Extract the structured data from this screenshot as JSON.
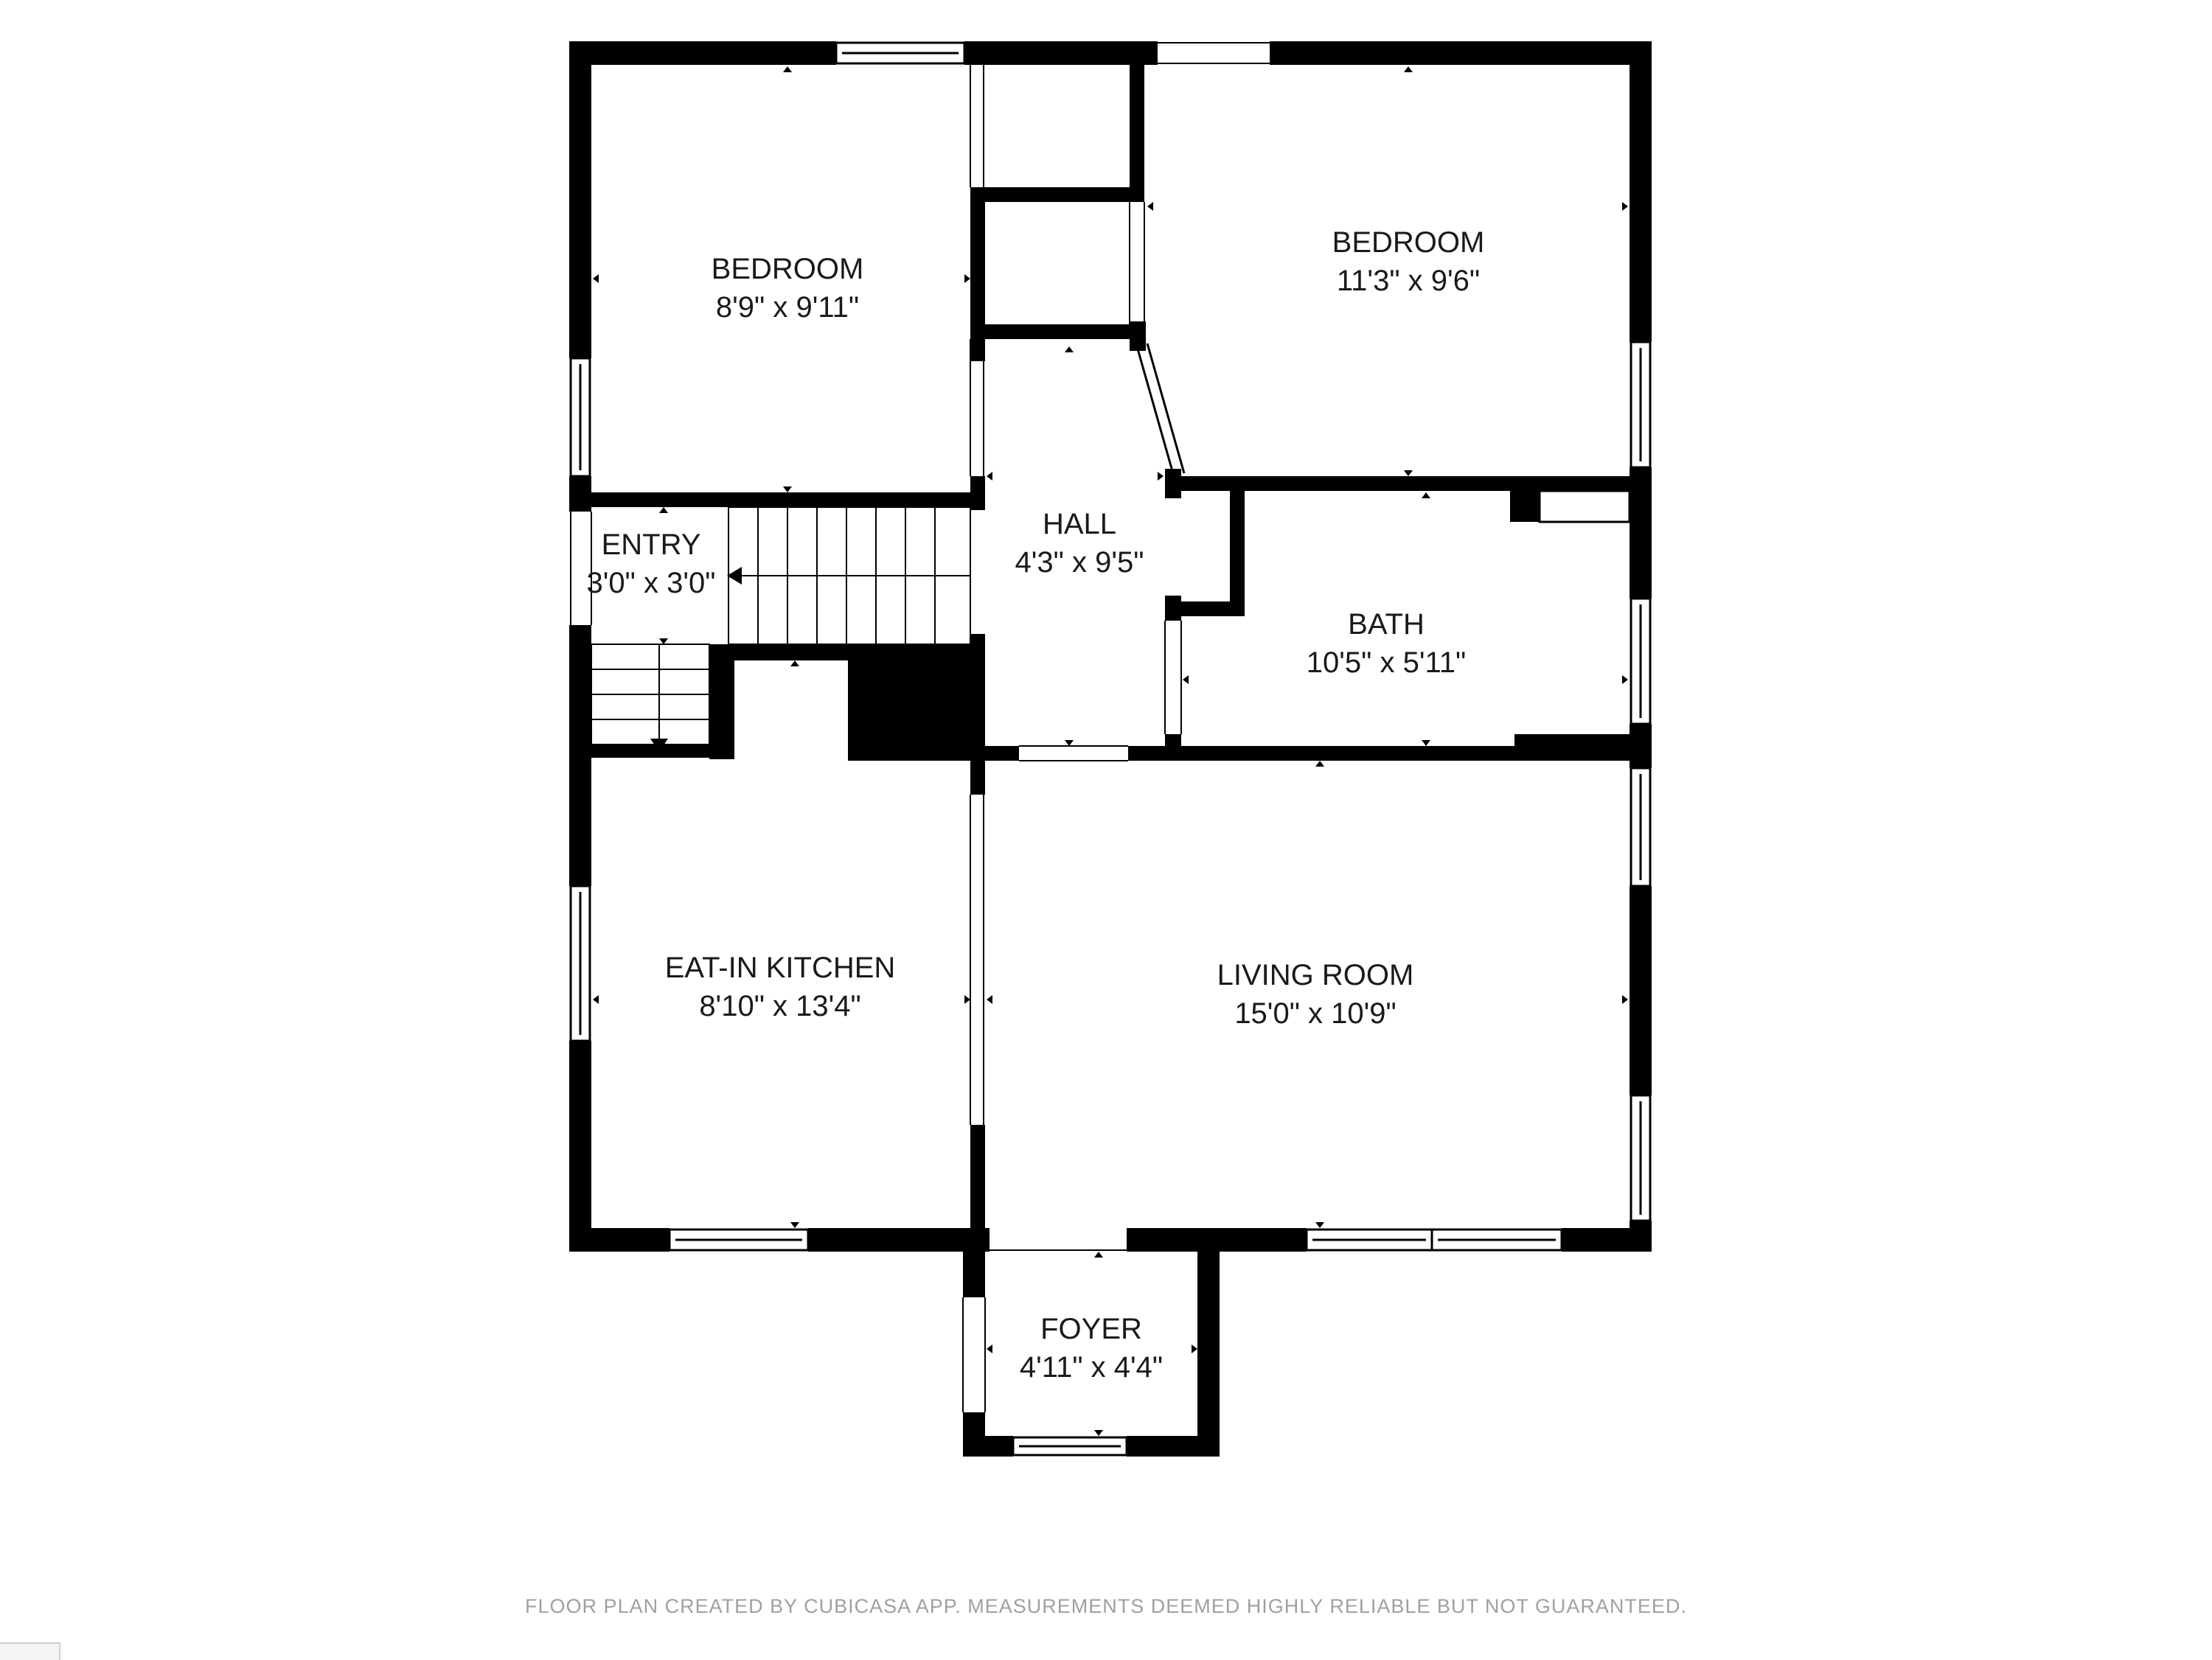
{
  "rooms": {
    "bedroom_left": {
      "name": "BEDROOM",
      "dims": "8'9\" x 9'11\""
    },
    "bedroom_right": {
      "name": "BEDROOM",
      "dims": "11'3\" x 9'6\""
    },
    "entry": {
      "name": "ENTRY",
      "dims": "3'0\" x 3'0\""
    },
    "hall": {
      "name": "HALL",
      "dims": "4'3\" x 9'5\""
    },
    "bath": {
      "name": "BATH",
      "dims": "10'5\" x 5'11\""
    },
    "kitchen": {
      "name": "EAT-IN KITCHEN",
      "dims": "8'10\" x 13'4\""
    },
    "living": {
      "name": "LIVING ROOM",
      "dims": "15'0\" x 10'9\""
    },
    "foyer": {
      "name": "FOYER",
      "dims": "4'11\" x 4'4\""
    }
  },
  "footer": {
    "disclaimer": "FLOOR PLAN CREATED BY CUBICASA APP. MEASUREMENTS DEEMED HIGHLY RELIABLE BUT NOT GUARANTEED."
  },
  "colors": {
    "wall": "#000000",
    "background": "#ffffff",
    "footer_text": "#a0a0a0"
  }
}
